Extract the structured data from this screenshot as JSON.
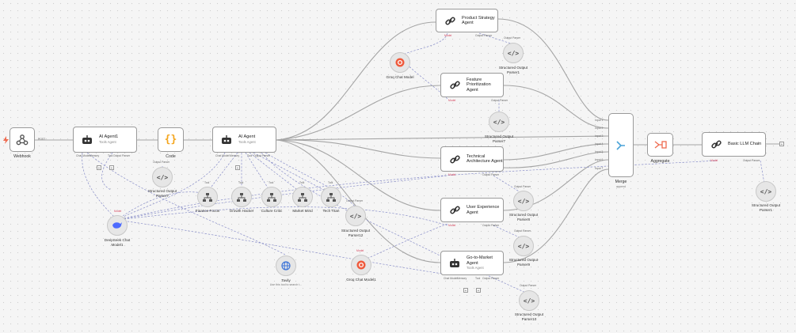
{
  "nodes": {
    "webhook": {
      "label": "Webhook",
      "port": "POST"
    },
    "ai_agent1": {
      "title": "AI Agent1",
      "subtitle": "Tools Agent",
      "ports": [
        "Chat Model",
        "Memory",
        "Tool",
        "Output Parser"
      ]
    },
    "code": {
      "label": "Code"
    },
    "ai_agent": {
      "title": "AI Agent",
      "subtitle": "Tools Agent",
      "ports": [
        "Chat Model",
        "Memory",
        "Tool",
        "Output Parser"
      ]
    },
    "product_strategy": {
      "title": "Product Strategy",
      "title2": "Agent",
      "ports": [
        "Model",
        "Output Parser"
      ]
    },
    "feature_prioritization": {
      "title": "Feature",
      "title2": "Prioritization Agent",
      "ports": [
        "Model",
        "Output Parser"
      ]
    },
    "technical_architecture": {
      "title": "Technical",
      "title2": "Architecture Agent",
      "ports": [
        "Model",
        "Output Parser"
      ]
    },
    "user_experience": {
      "title": "User Experience",
      "title2": "Agent",
      "ports": [
        "Model",
        "Output Parser"
      ]
    },
    "go_to_market": {
      "title": "Go-to-Market",
      "title2": "Agent",
      "subtitle": "Tools Agent",
      "ports": [
        "Chat Model",
        "Memory",
        "Tool",
        "Output Parser"
      ]
    },
    "merge": {
      "label": "Merge",
      "sub": "append",
      "inputs": [
        "Input 1",
        "Input 2",
        "Input 3",
        "Input 4",
        "Input 5",
        "Input 6",
        "Input 7"
      ]
    },
    "aggregate": {
      "label": "Aggregate"
    },
    "basic_llm_chain": {
      "title": "Basic LLM Chain",
      "ports": [
        "Model",
        "Output Parser"
      ]
    }
  },
  "subnodes": {
    "structured_output_parser1_top": {
      "label1": "Structured Output",
      "label2": "Parser1",
      "port": "Output Parser"
    },
    "structured_output_parser7": {
      "label1": "Structured Output",
      "label2": "Parser7"
    },
    "structured_output_parser_left": {
      "label1": "Structured Output",
      "label2": "Parser7",
      "port": "Output Parser"
    },
    "structured_output_parser12": {
      "label1": "Structured Output",
      "label2": "Parser12",
      "port": "Output Parser"
    },
    "structured_output_parser_ux": {
      "label1": "Structured Output",
      "label2": "Parser8",
      "port": "Output Parser"
    },
    "structured_output_parser9": {
      "label1": "Structured Output",
      "label2": "Parser9",
      "port": "Output Parser"
    },
    "structured_output_parser10": {
      "label1": "Structured Output",
      "label2": "Parser10",
      "port": "Output Parser"
    },
    "structured_output_parser_right": {
      "label1": "Structured Output",
      "label2": "Parser1"
    },
    "groq_chat_model": {
      "label": "Groq Chat Model"
    },
    "groq_chat_model1": {
      "label": "Groq Chat Model1"
    },
    "deepseek_chat_model": {
      "label1": "DeepSeek Chat",
      "label2": "Model1"
    },
    "tavily": {
      "label": "Tavily",
      "sub": "Use this tool to search t..."
    },
    "finance_focus": {
      "label": "Finance Focus",
      "port": "Tool"
    },
    "growth_hacker": {
      "label": "Growth Hacker",
      "port": "Tool"
    },
    "culture_critic": {
      "label": "Culture Critic",
      "port": "Tool"
    },
    "market_mind": {
      "label": "Market Mind",
      "port": "Tool"
    },
    "tech_titan": {
      "label": "Tech Titan",
      "port": "Tool"
    }
  },
  "colors": {
    "accent": "#ef6a4f",
    "wire": "#a0a0a0",
    "dashed": "#8a8fc9",
    "brain": "#3b73d8",
    "code": "#f4a51c"
  }
}
